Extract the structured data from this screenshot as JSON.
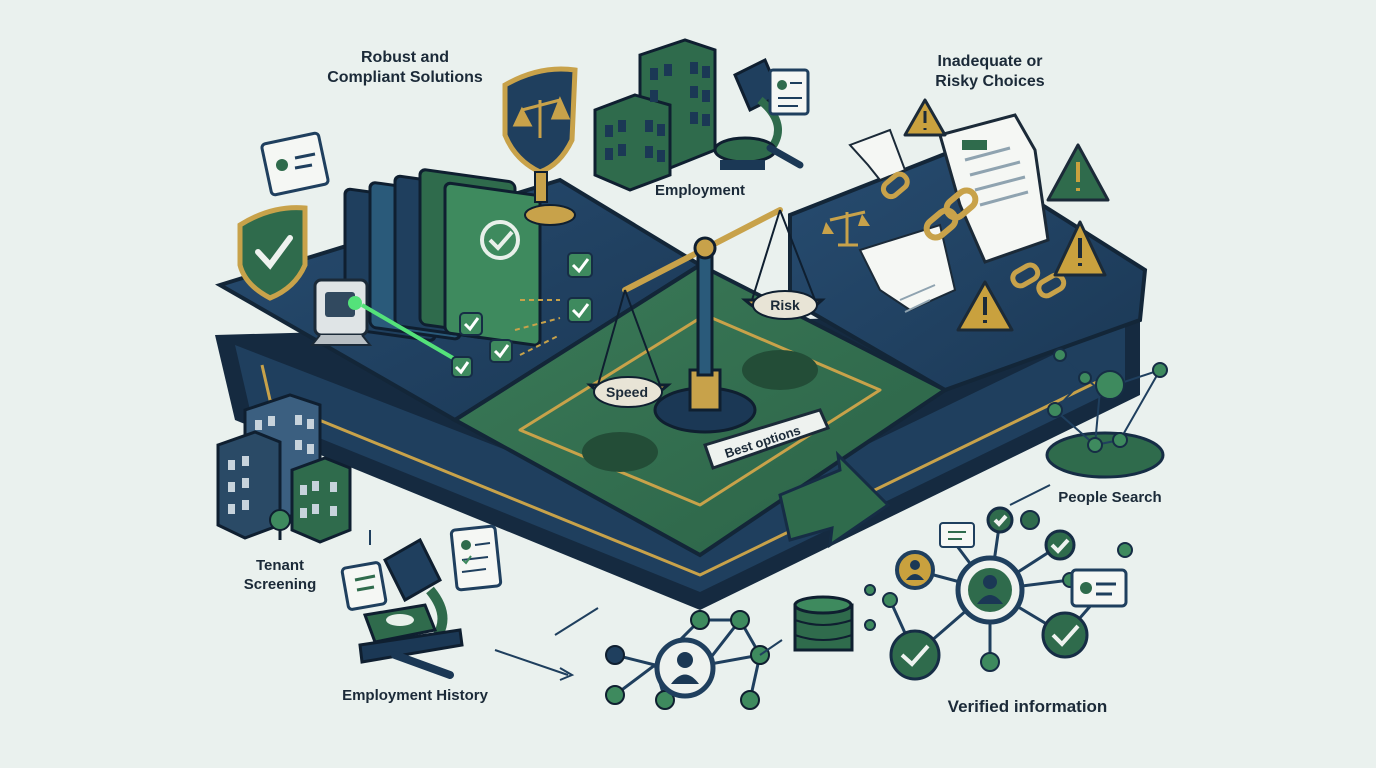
{
  "labels": {
    "robust": [
      "Robust and",
      "Compliant Solutions"
    ],
    "inadequate": [
      "Inadequate or",
      "Risky Choices"
    ],
    "employment": "Employment",
    "speed": "Speed",
    "risk": "Risk",
    "best_options": "Best options",
    "people_search": "People Search",
    "tenant": [
      "Tenant",
      "Screening"
    ],
    "employment_history": "Employment History",
    "verified": "Verified information"
  },
  "colors": {
    "background": "#eaf1ee",
    "navy": "#1f3f5e",
    "dark_navy": "#162d45",
    "green": "#2f6b4c",
    "light_green": "#3e8a5e",
    "gold": "#c8a24a",
    "warning_yellow": "#c9a13e",
    "text": "#1b2a38"
  },
  "icons": [
    "shield-check-icon",
    "document-folders-icon",
    "justice-shield-icon",
    "buildings-icon",
    "microscope-icon",
    "id-card-icon",
    "laser-scanner-icon",
    "checkbox-icon",
    "balance-scale-icon",
    "warning-icon",
    "broken-chain-icon",
    "torn-document-icon",
    "network-icon",
    "user-icon",
    "database-icon",
    "arrow-icon"
  ]
}
